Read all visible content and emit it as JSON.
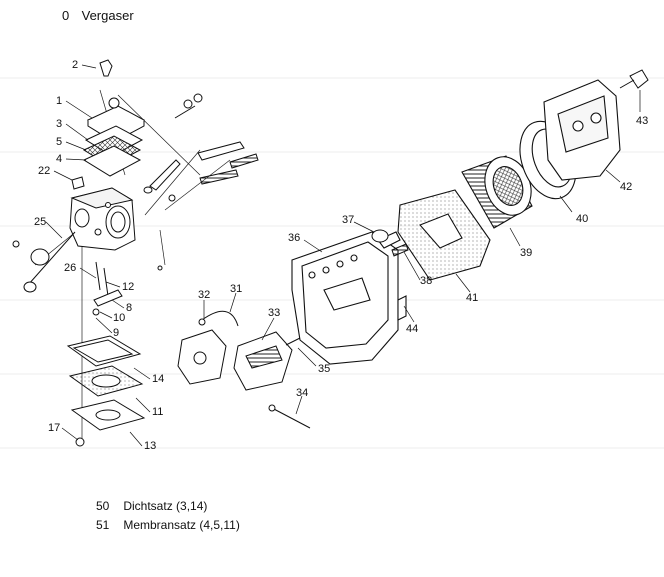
{
  "header": {
    "number": "0",
    "title": "Vergaser"
  },
  "callouts": [
    "1",
    "2",
    "3",
    "4",
    "5",
    "8",
    "9",
    "10",
    "11",
    "12",
    "13",
    "14",
    "17",
    "22",
    "25",
    "26",
    "31",
    "32",
    "33",
    "34",
    "35",
    "36",
    "37",
    "38",
    "39",
    "40",
    "41",
    "42",
    "43",
    "44"
  ],
  "kit_list": [
    {
      "number": "50",
      "description": "Dichtsatz (3,14)"
    },
    {
      "number": "51",
      "description": "Membransatz (4,5,11)"
    }
  ]
}
